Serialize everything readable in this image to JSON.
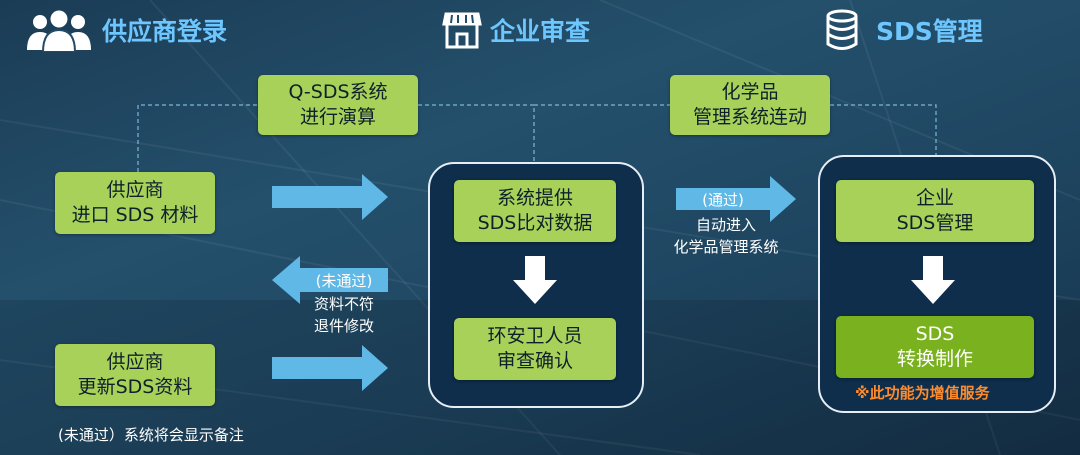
{
  "headers": {
    "supplier_login": "供应商登录",
    "enterprise_review": "企业审查",
    "sds_management": "SDS管理"
  },
  "boxes": {
    "qsds": [
      "Q-SDS系统",
      "进行演算"
    ],
    "chem_link": [
      "化学品",
      "管理系统连动"
    ],
    "supplier_import": [
      "供应商",
      "进口 SDS 材料"
    ],
    "supplier_update": [
      "供应商",
      "更新SDS资料"
    ],
    "system_provide": [
      "系统提供",
      "SDS比对数据"
    ],
    "ehs_confirm": [
      "环安卫人员",
      "审查确认"
    ],
    "enterprise_sds": [
      "企业",
      "SDS管理"
    ],
    "sds_convert": [
      "SDS",
      "转换制作"
    ]
  },
  "labels": {
    "pass_pill": "(通过)",
    "pass_note": [
      "自动进入",
      "化学品管理系统"
    ],
    "fail_pill": "(未通过)",
    "fail_note": [
      "资料不符",
      "退件修改"
    ],
    "value_added": "※此功能为增值服务",
    "footer_note": "(未通过）系统将会显示备注"
  },
  "colors": {
    "title_blue": "#6ec6ff",
    "box_green": "#a8d15a",
    "box_green_dark": "#79b21e",
    "arrow_blue": "#5fb8e6",
    "panel_bg": "#0e2e4b",
    "orange_note": "#ff8c2c"
  },
  "icons": [
    "users-icon",
    "store-icon",
    "database-icon"
  ]
}
